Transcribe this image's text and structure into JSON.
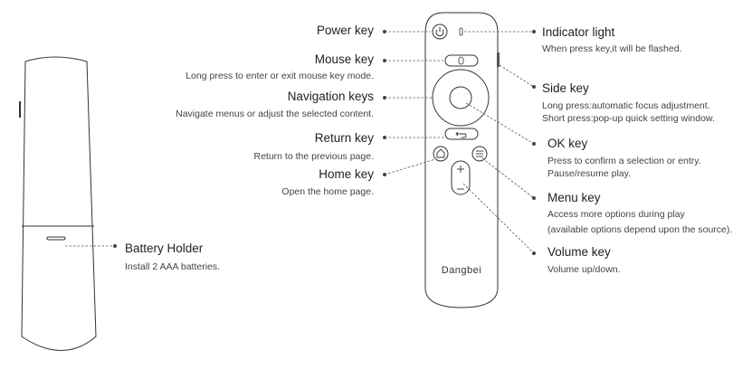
{
  "brand": "Dangbei",
  "icons": {
    "power": "power-icon",
    "mouse": "mouse-icon",
    "back": "back-arrow-icon",
    "home": "home-icon",
    "menu": "menu-icon",
    "volume_up": "plus-icon",
    "volume_down": "minus-icon"
  },
  "labels": {
    "power_key": {
      "title": "Power key"
    },
    "mouse_key": {
      "title": "Mouse key",
      "desc": "Long press to enter or exit mouse key mode."
    },
    "navigation_keys": {
      "title": "Navigation keys",
      "desc": "Navigate menus or adjust the selected content."
    },
    "return_key": {
      "title": "Return key",
      "desc": "Return to the previous page."
    },
    "home_key": {
      "title": "Home key",
      "desc": "Open the home page."
    },
    "battery_holder": {
      "title": "Battery Holder",
      "desc": "Install 2 AAA batteries."
    },
    "indicator_light": {
      "title": "Indicator light",
      "desc": "When press key,it will be flashed."
    },
    "side_key": {
      "title": "Side key",
      "desc1": "Long press:automatic focus adjustment.",
      "desc2": "Short press:pop-up quick setting window."
    },
    "ok_key": {
      "title": "OK key",
      "desc1": "Press to confirm a selection or entry.",
      "desc2": "Pause/resume play."
    },
    "menu_key": {
      "title": "Menu key",
      "desc1": "Access more options during play",
      "desc2": "(available options depend upon the source)."
    },
    "volume_key": {
      "title": "Volume key",
      "desc": "Volume up/down."
    }
  }
}
